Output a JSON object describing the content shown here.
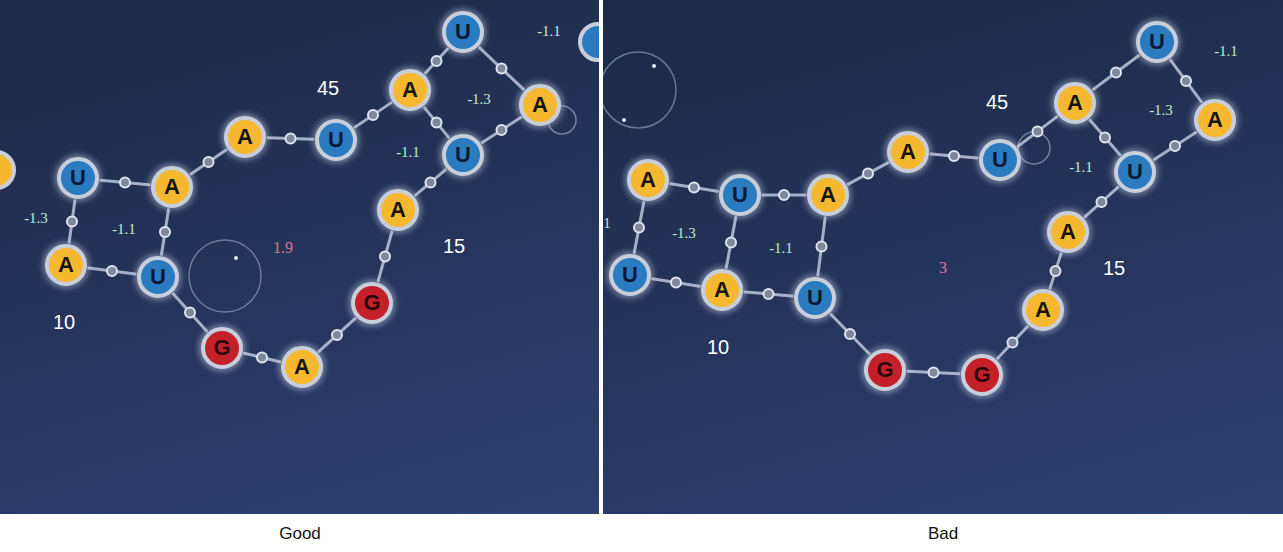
{
  "diagram": {
    "nodes": [
      {
        "text": [
          "U"
        ]
      },
      {
        "text": [
          "A"
        ]
      },
      {
        "text": [
          "A"
        ]
      },
      {
        "text": [
          "U"
        ]
      },
      {
        "text": [
          "A"
        ]
      },
      {
        "text": [
          "U"
        ]
      },
      {
        "text": [
          "A"
        ]
      },
      {
        "text": [
          "U"
        ]
      },
      {
        "text": [
          "A"
        ]
      },
      {
        "text": [
          "U"
        ]
      },
      {
        "text": [
          "A"
        ]
      },
      {
        "text": [
          "G"
        ]
      },
      {
        "text": [
          "A"
        ]
      },
      {
        "text": [
          "G"
        ]
      },
      {
        "text": [
          "A"
        ]
      },
      {
        "text": [
          "U"
        ]
      },
      {
        "text": [
          "A"
        ]
      },
      {
        "text": [
          "U"
        ]
      },
      {
        "text": [
          "A"
        ]
      },
      {
        "text": [
          "U"
        ]
      },
      {
        "text": [
          "A"
        ]
      },
      {
        "text": [
          "U"
        ]
      },
      {
        "text": [
          "A"
        ]
      },
      {
        "text": [
          "U"
        ]
      },
      {
        "text": [
          "A"
        ]
      },
      {
        "text": [
          "U"
        ]
      },
      {
        "text": [
          "A"
        ]
      },
      {
        "text": [
          "A"
        ]
      },
      {
        "text": [
          "G"
        ]
      },
      {
        "text": [
          "G"
        ]
      }
    ],
    "edges": [
      {
        "from": 0,
        "to": 1,
        "arrow": "none"
      },
      {
        "from": 1,
        "to": 4,
        "arrow": "none"
      },
      {
        "from": 4,
        "to": 5,
        "arrow": "none"
      },
      {
        "from": 5,
        "to": 6,
        "arrow": "none"
      },
      {
        "from": 6,
        "to": 7,
        "arrow": "none"
      },
      {
        "from": 2,
        "to": 3,
        "arrow": "none"
      },
      {
        "from": 3,
        "to": 13,
        "arrow": "none"
      },
      {
        "from": 13,
        "to": 12,
        "arrow": "none"
      },
      {
        "from": 12,
        "to": 11,
        "arrow": "none"
      },
      {
        "from": 11,
        "to": 10,
        "arrow": "none"
      },
      {
        "from": 10,
        "to": 9,
        "arrow": "none"
      },
      {
        "from": 9,
        "to": 8,
        "arrow": "none"
      },
      {
        "from": 0,
        "to": 2,
        "arrow": "none"
      },
      {
        "from": 1,
        "to": 3,
        "arrow": "none"
      },
      {
        "from": 6,
        "to": 9,
        "arrow": "none"
      },
      {
        "from": 7,
        "to": 8,
        "arrow": "none"
      },
      {
        "from": 14,
        "to": 15,
        "arrow": "none"
      },
      {
        "from": 15,
        "to": 16,
        "arrow": "none"
      },
      {
        "from": 16,
        "to": 20,
        "arrow": "none"
      },
      {
        "from": 20,
        "to": 21,
        "arrow": "none"
      },
      {
        "from": 21,
        "to": 22,
        "arrow": "none"
      },
      {
        "from": 22,
        "to": 23,
        "arrow": "none"
      },
      {
        "from": 17,
        "to": 18,
        "arrow": "none"
      },
      {
        "from": 18,
        "to": 19,
        "arrow": "none"
      },
      {
        "from": 19,
        "to": 29,
        "arrow": "none"
      },
      {
        "from": 29,
        "to": 28,
        "arrow": "none"
      },
      {
        "from": 28,
        "to": 27,
        "arrow": "none"
      },
      {
        "from": 27,
        "to": 26,
        "arrow": "none"
      },
      {
        "from": 26,
        "to": 25,
        "arrow": "none"
      },
      {
        "from": 25,
        "to": 24,
        "arrow": "none"
      },
      {
        "from": 14,
        "to": 17,
        "arrow": "none"
      },
      {
        "from": 15,
        "to": 18,
        "arrow": "none"
      },
      {
        "from": 16,
        "to": 19,
        "arrow": "none"
      },
      {
        "from": 22,
        "to": 25,
        "arrow": "none"
      },
      {
        "from": 23,
        "to": 24,
        "arrow": "none"
      }
    ],
    "labels": [
      "45",
      "-1.3",
      "-1.1",
      "-1.1",
      "-1.3",
      "-1.1",
      "1.9",
      "15",
      "10",
      "Good",
      "1",
      "45",
      "-1.3",
      "-1.1",
      "-1.1",
      "-1.3",
      "-1.1",
      "3",
      "15",
      "10",
      "Bad"
    ]
  }
}
